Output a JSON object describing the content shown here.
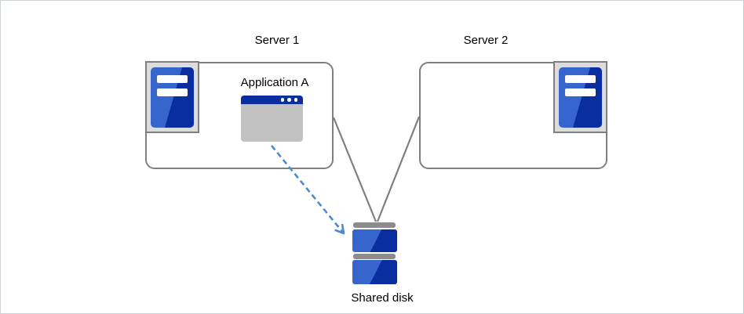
{
  "server1": {
    "label": "Server 1",
    "application": {
      "label": "Application A"
    }
  },
  "server2": {
    "label": "Server 2"
  },
  "shared_disk": {
    "label": "Shared disk"
  },
  "edges": [
    {
      "from": "server1",
      "to": "shared_disk",
      "style": "solid-line"
    },
    {
      "from": "server2",
      "to": "shared_disk",
      "style": "solid-line"
    },
    {
      "from": "application_a",
      "to": "shared_disk",
      "style": "dashed-arrow"
    }
  ],
  "colors": {
    "blue_light": "#3565cd",
    "blue_dark": "#0a2da0",
    "chip_bg": "#dcdcdc",
    "window_body": "#c2c2c2",
    "border_gray": "#7f7f7f",
    "disk_cap_gray": "#8c8c8c",
    "arrow_blue": "#5089ce",
    "canvas_border": "#cdd2d6",
    "text": "#000000",
    "white": "#ffffff"
  }
}
